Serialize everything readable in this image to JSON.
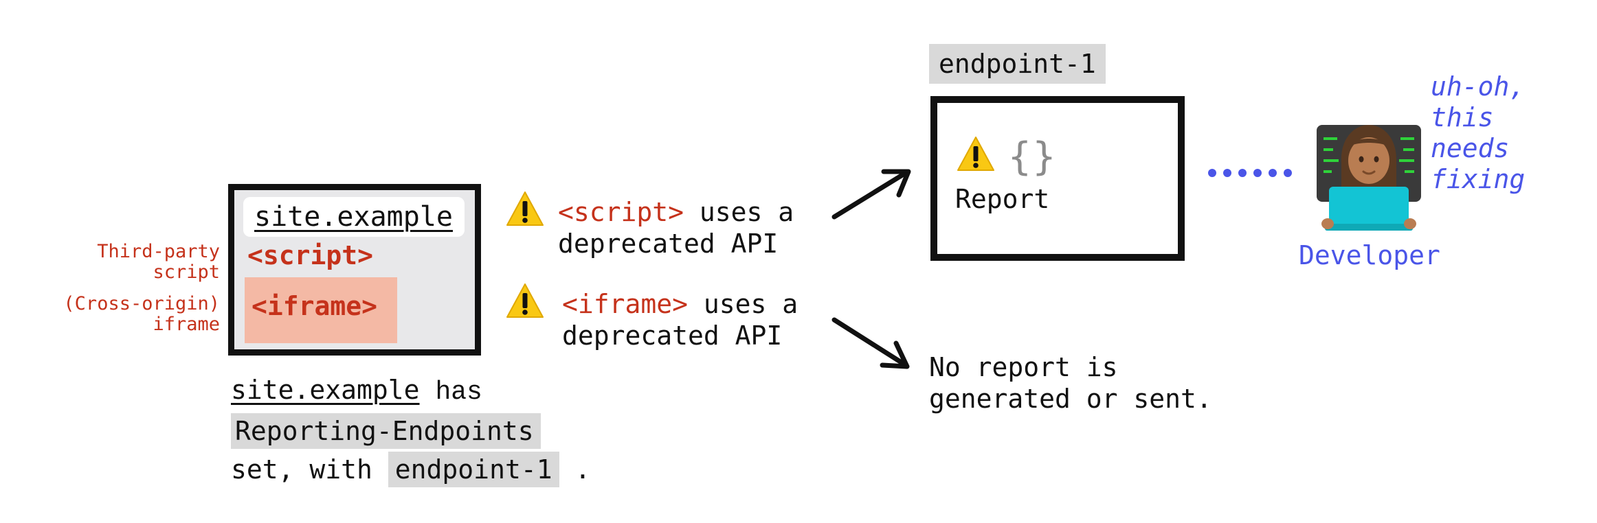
{
  "site_box": {
    "url": "site.example",
    "script_tag": "<script>",
    "iframe_tag": "<iframe>"
  },
  "side_labels": {
    "third_party": [
      "Third-party",
      "script"
    ],
    "cross_origin": [
      "(Cross-origin)",
      "iframe"
    ]
  },
  "warnings": [
    {
      "tag": "<script>",
      "text": "uses a",
      "text2": "deprecated API"
    },
    {
      "tag": "<iframe>",
      "text": "uses a",
      "text2": "deprecated API"
    }
  ],
  "caption": {
    "site": "site.example",
    "has": "has",
    "header": "Reporting-Endpoints",
    "set_with": "set, with",
    "endpoint": "endpoint-1",
    "period": "."
  },
  "endpoint": {
    "label": "endpoint-1",
    "report_label": "Report",
    "braces": "{}"
  },
  "outcome": {
    "no_report": [
      "No report is",
      "generated or sent."
    ]
  },
  "developer": {
    "label": "Developer",
    "bubble": [
      "uh-oh,",
      "this",
      "needs",
      "fixing"
    ]
  },
  "icons": [
    "warning-icon",
    "braces-icon",
    "developer-emoji-icon",
    "arrow-icon"
  ],
  "colors": {
    "accent_red": "#c5321b",
    "accent_blue": "#4a55e8",
    "iframe_fill": "#f4b9a5",
    "highlight_gray": "#d9d9d9",
    "warning_yellow": "#f9c813"
  }
}
